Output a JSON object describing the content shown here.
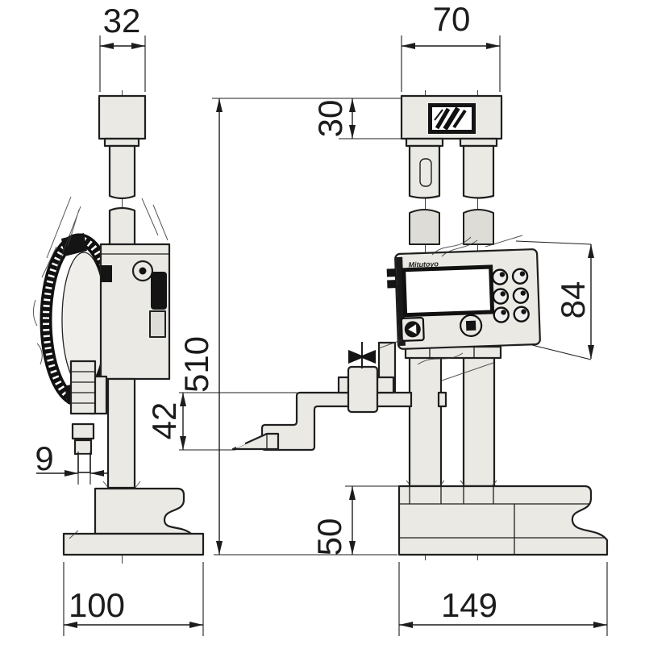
{
  "drawing": {
    "brand_label": "Mitutoyo",
    "colors": {
      "line": "#1f1f1f",
      "fill": "#eae9e4",
      "background": "#ffffff"
    },
    "dimensions": {
      "side_cap_width": "32",
      "front_cap_width": "70",
      "cap_height": "30",
      "column_height": "510",
      "display_unit_height": "84",
      "scriber_offset": "42",
      "scriber_thickness": "9",
      "base_height": "50",
      "side_base_width": "100",
      "front_base_width": "149"
    }
  }
}
